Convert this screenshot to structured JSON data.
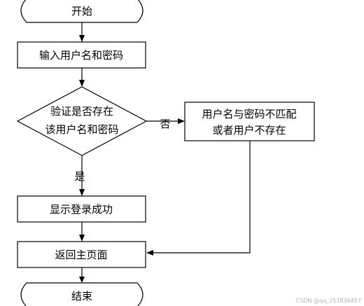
{
  "nodes": {
    "start": {
      "text": "开始"
    },
    "input": {
      "text": "输入用户名和密码"
    },
    "verify": {
      "line1": "验证是否存在",
      "line2": "该用户名和密码"
    },
    "error": {
      "line1": "用户名与密码不匹配",
      "line2": "或者用户不存在"
    },
    "show_success": {
      "text": "显示登录成功"
    },
    "return_home": {
      "text": "返回主页面"
    },
    "end": {
      "text": "结束"
    }
  },
  "edges": {
    "no_label": "否",
    "yes_label": "是"
  },
  "watermark": {
    "text": "CSDN @qq_251836457"
  }
}
